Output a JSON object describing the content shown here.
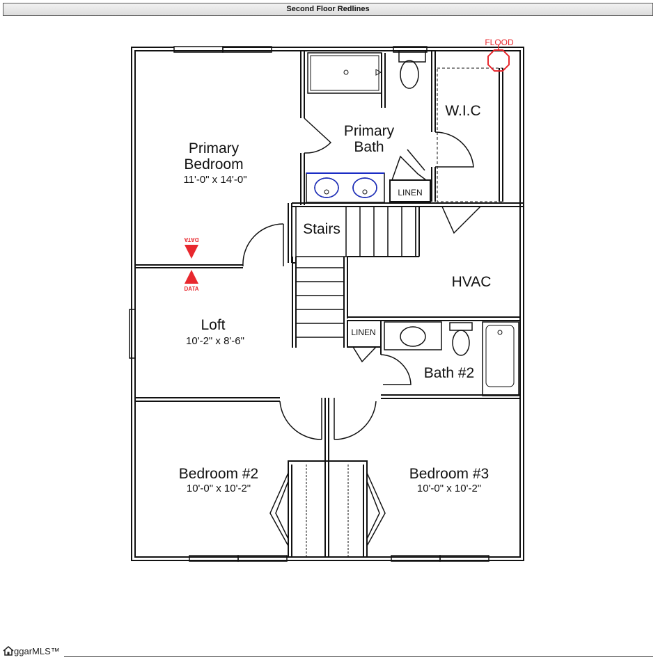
{
  "header": {
    "title": "Second Floor Redlines"
  },
  "rooms": {
    "primary_bedroom": {
      "name_line1": "Primary",
      "name_line2": "Bedroom",
      "dims": "11'-0\" x 14'-0\""
    },
    "primary_bath": {
      "name_line1": "Primary",
      "name_line2": "Bath"
    },
    "wic": {
      "name": "W.I.C"
    },
    "linen_upper": {
      "name": "LINEN"
    },
    "stairs": {
      "name": "Stairs"
    },
    "hvac": {
      "name": "HVAC"
    },
    "linen_lower": {
      "name": "LINEN"
    },
    "bath2": {
      "name": "Bath #2"
    },
    "loft": {
      "name": "Loft",
      "dims": "10'-2\" x 8'-6\""
    },
    "bedroom2": {
      "name": "Bedroom #2",
      "dims": "10'-0\" x 10'-2\""
    },
    "bedroom3": {
      "name": "Bedroom #3",
      "dims": "10'-0\" x 10'-2\""
    }
  },
  "markers": {
    "flood": {
      "label": "FLOOD"
    },
    "data_upper": {
      "label": "DATA"
    },
    "data_lower": {
      "label": "DATA"
    }
  },
  "colors": {
    "wall": "#111111",
    "redline": "#e8282e",
    "vanity": "#1a2cc4"
  },
  "footer": {
    "logo_text": "ggarMLS™"
  }
}
